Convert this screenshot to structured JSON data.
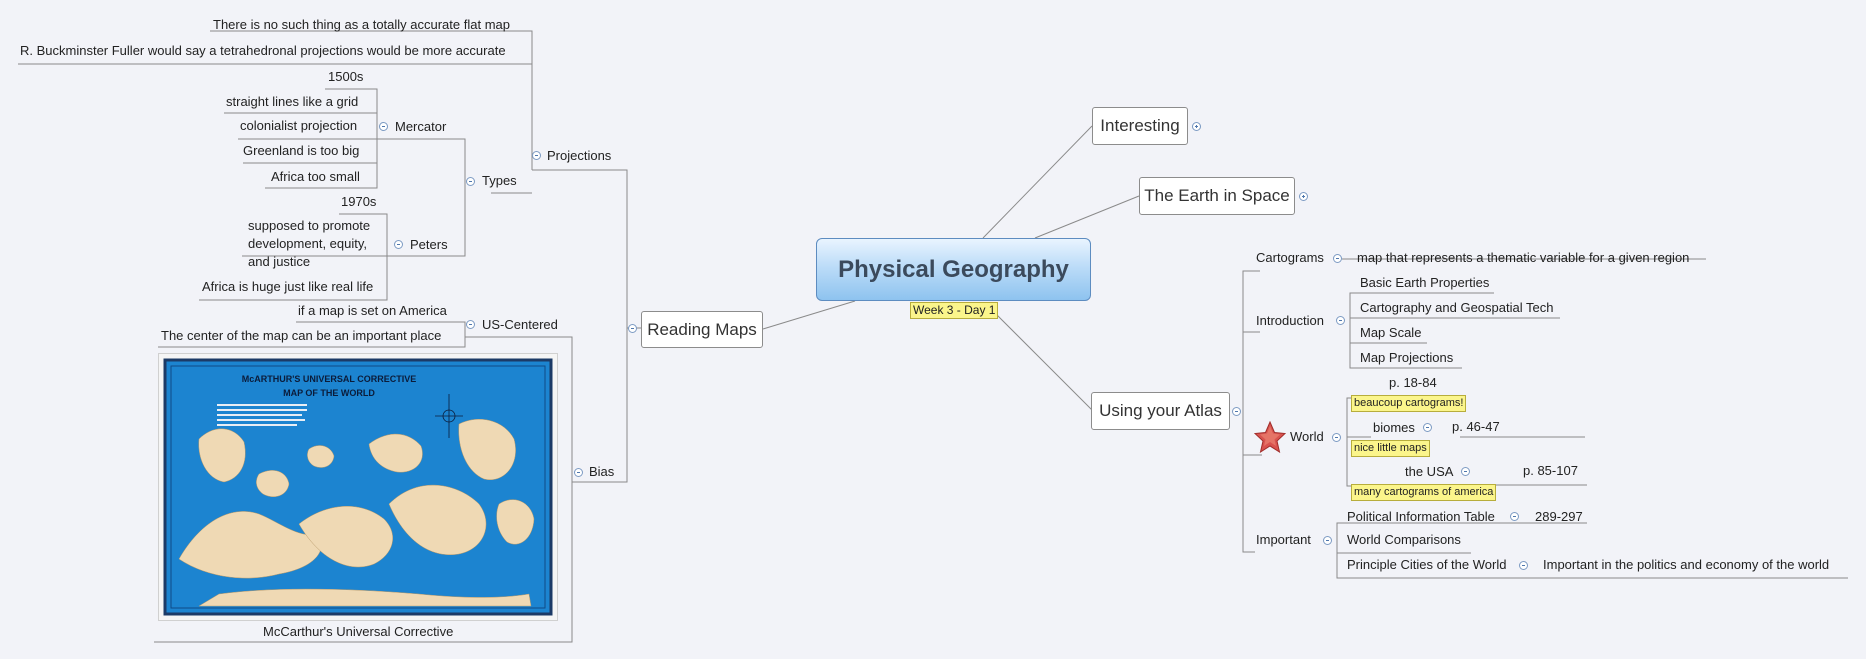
{
  "central": {
    "title": "Physical Geography",
    "note": "Week 3 - Day 1"
  },
  "branches": {
    "interesting": "Interesting",
    "earth_in_space": "The Earth in Space",
    "reading_maps": "Reading Maps",
    "using_atlas": "Using your Atlas"
  },
  "reading_maps": {
    "projections": "Projections",
    "flat_map": "There is no such thing as a totally accurate flat map",
    "fuller": "R. Buckminster Fuller would say a tetrahedronal projections would be more accurate",
    "types": "Types",
    "mercator": {
      "label": "Mercator",
      "items": [
        "1500s",
        "straight lines like a grid",
        "colonialist projection",
        "Greenland is too big",
        "Africa too small"
      ]
    },
    "peters": {
      "label": "Peters",
      "items": [
        "1970s",
        "supposed to promote",
        "development, equity,",
        "and justice",
        "Africa is huge just like real life"
      ]
    },
    "bias": "Bias",
    "us_centered": "US-Centered",
    "us_items": [
      "if a map is set on America",
      "The center of the map can be an important place"
    ],
    "map_caption": "McCarthur's Universal Corrective",
    "map_title_1": "McARTHUR'S   UNIVERSAL   CORRECTIVE",
    "map_title_2": "MAP OF THE WORLD"
  },
  "atlas": {
    "cartograms": "Cartograms",
    "cartograms_def": "map that represents a thematic variable for a given region",
    "introduction": "Introduction",
    "intro_items": [
      "Basic Earth Properties",
      "Cartography and Geospatial Tech",
      "Map Scale",
      "Map Projections"
    ],
    "world": "World",
    "world_pages": "p. 18-84",
    "note_cartograms": "beaucoup cartograms!",
    "biomes": "biomes",
    "biomes_pages": "p. 46-47",
    "note_little_maps": "nice little maps",
    "usa": "the USA",
    "usa_pages": "p. 85-107",
    "note_america": "many cartograms of america",
    "important": "Important",
    "political": "Political Information Table",
    "political_pages": "289-297",
    "comparisons": "World Comparisons",
    "cities": "Principle Cities of the World",
    "cities_note": "Important in the politics and economy of the world"
  },
  "colors": {
    "line": "#8a8a8a",
    "central_top": "#e9f4ff",
    "central_bottom": "#8ec3ef",
    "note": "#fbf58b",
    "star": "#d9534f"
  }
}
